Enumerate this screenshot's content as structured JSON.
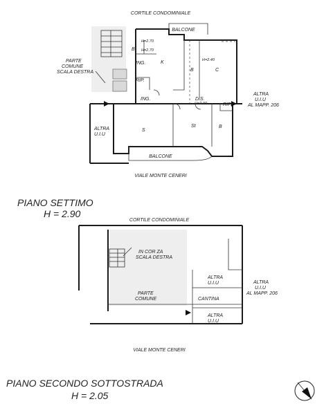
{
  "top_plan": {
    "courtyard": "CORTILE CONDOMINIALE",
    "street": "VIALE MONTE CENERI",
    "balcony_top": "BALCONE",
    "balcony_bottom": "BALCONE",
    "common_part": [
      "PARTE",
      "COMUNE",
      "SCALA DESTRA"
    ],
    "other_unit_left": [
      "ALTRA",
      "U.I.U"
    ],
    "other_unit_right": [
      "ALTRA",
      "U.I.U",
      "AL MAPP. 206"
    ],
    "heights": [
      "H=2.70",
      "H=2.70",
      "H=2.40",
      "H=2.90"
    ],
    "rooms": {
      "b1": "B",
      "ing1": "ING.",
      "k": "K",
      "b2": "B",
      "c": "C",
      "rip1": "RIP.",
      "ing2": "ING.",
      "dis": "DIS.",
      "rip2": "RIP.",
      "s": "S",
      "st": "St",
      "b3": "B"
    }
  },
  "top_caption": {
    "title": "PIANO SETTIMO",
    "height": "H = 2.90"
  },
  "bottom_plan": {
    "courtyard": "CORTILE CONDOMINIALE",
    "street": "VIALE MONTE CENERI",
    "stair_label": [
      "IN COR ZA",
      "SCALA DESTRA"
    ],
    "common_part": [
      "PARTE",
      "COMUNE"
    ],
    "cantina": "CANTINA",
    "other_unit_a": [
      "ALTRA",
      "U.I.U"
    ],
    "other_unit_b": [
      "ALTRA",
      "U.I.U"
    ],
    "other_unit_right": [
      "ALTRA",
      "U.I.U",
      "AL MAPP. 206"
    ]
  },
  "bottom_caption": {
    "title": "PIANO SECONDO SOTTOSTRADA",
    "height": "H = 2.05"
  },
  "compass": "north-arrow-icon"
}
